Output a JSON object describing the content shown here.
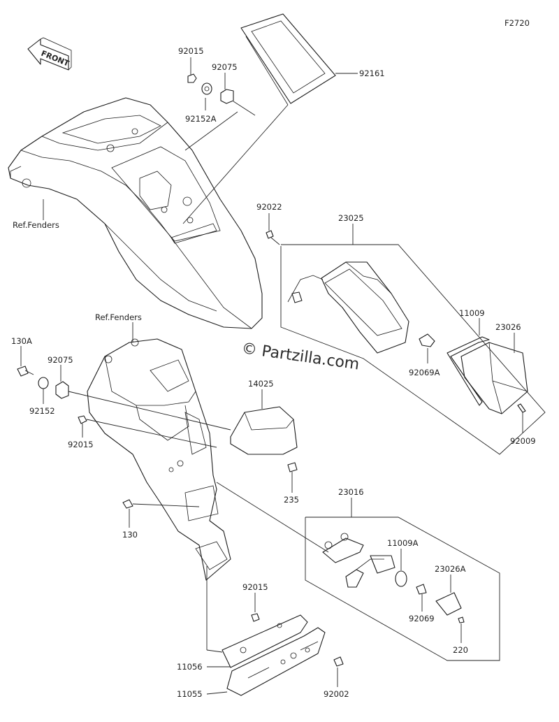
{
  "figure_id": "F2720",
  "front_label": "FRONT",
  "watermark": "© Partzilla.com",
  "labels": {
    "p92015_top": "92015",
    "p92075_top": "92075",
    "p92152A": "92152A",
    "p92161": "92161",
    "ref_fenders_top": "Ref.Fenders",
    "p92022": "92022",
    "p23025": "23025",
    "p11009": "11009",
    "p23026": "23026",
    "p92069A": "92069A",
    "p92009": "92009",
    "ref_fenders_mid": "Ref.Fenders",
    "p130A": "130A",
    "p92075_mid": "92075",
    "p92152": "92152",
    "p92015_mid": "92015",
    "p14025": "14025",
    "p235": "235",
    "p130": "130",
    "p23016": "23016",
    "p11009A": "11009A",
    "p23026A": "23026A",
    "p92069": "92069",
    "p220": "220",
    "p92015_bot": "92015",
    "p11056": "11056",
    "p11055": "11055",
    "p92002": "92002"
  }
}
